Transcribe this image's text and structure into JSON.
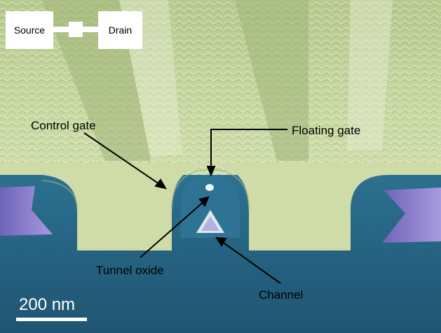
{
  "inset": {
    "source_label": "Source",
    "drain_label": "Drain"
  },
  "labels": {
    "control_gate": "Control gate",
    "floating_gate": "Floating gate",
    "tunnel_oxide": "Tunnel oxide",
    "channel": "Channel"
  },
  "scale_bar": {
    "label": "200 nm"
  },
  "colors": {
    "control_gate_fill": "#c5d69f",
    "substrate_fill": "#2a6b8a",
    "isolation_fill": "#8a7bd0",
    "label_text": "#000000",
    "scale_text": "#ffffff"
  }
}
